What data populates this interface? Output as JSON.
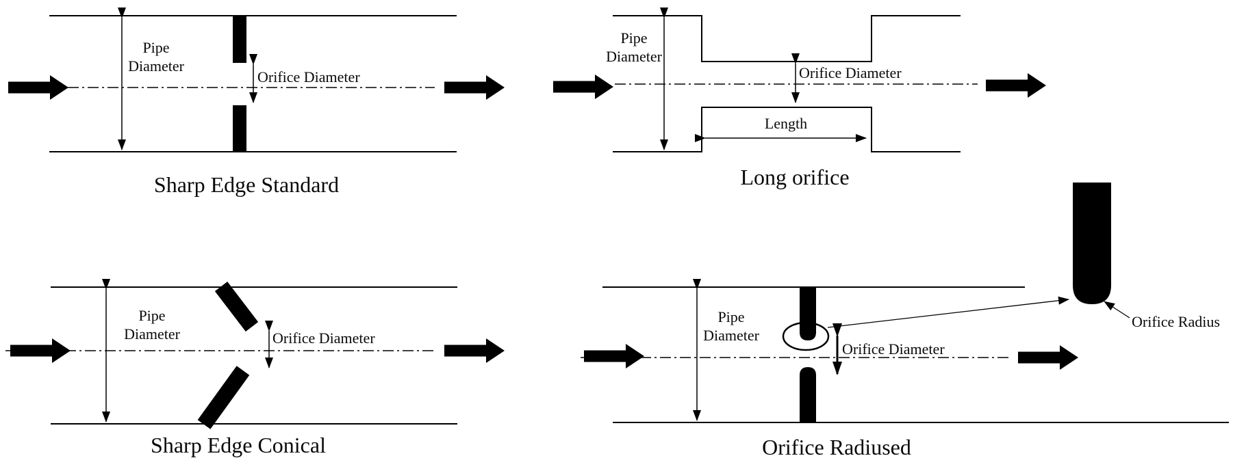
{
  "figure": {
    "background_color": "#ffffff",
    "line_color": "#000000",
    "diagrams": [
      {
        "name": "sharp-edge-standard",
        "caption": "Sharp Edge Standard",
        "labels": {
          "pipe_diameter": "Pipe\nDiameter",
          "orifice_diameter": "Orifice Diameter"
        }
      },
      {
        "name": "long-orifice",
        "caption": "Long orifice",
        "labels": {
          "pipe_diameter": "Pipe\nDiameter",
          "orifice_diameter": "Orifice Diameter",
          "length": "Length"
        }
      },
      {
        "name": "sharp-edge-conical",
        "caption": "Sharp Edge Conical",
        "labels": {
          "pipe_diameter": "Pipe\nDiameter",
          "orifice_diameter": "Orifice Diameter"
        }
      },
      {
        "name": "orifice-radiused",
        "caption": "Orifice Radiused",
        "labels": {
          "pipe_diameter": "Pipe\nDiameter",
          "orifice_diameter": "Orifice Diameter",
          "orifice_radius": "Orifice Radius"
        }
      }
    ]
  }
}
